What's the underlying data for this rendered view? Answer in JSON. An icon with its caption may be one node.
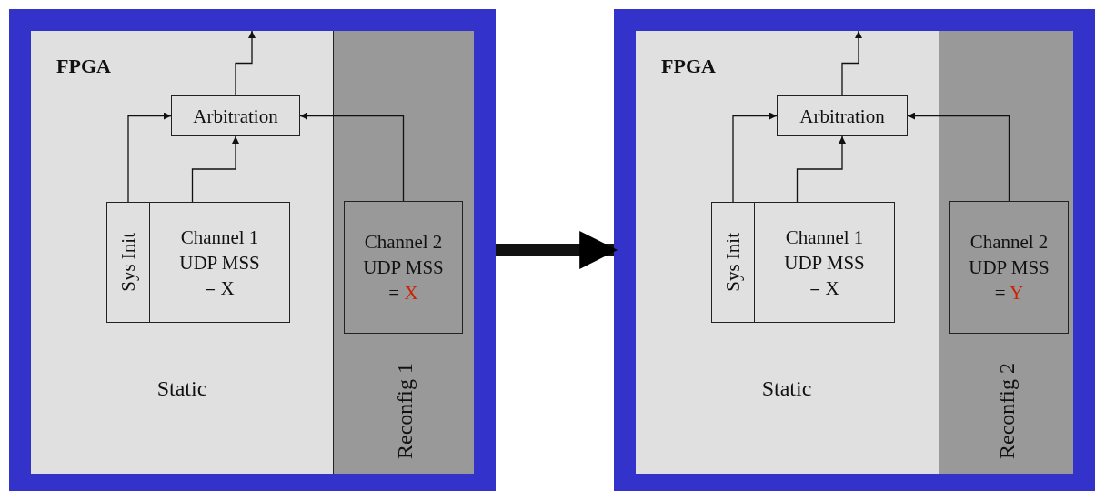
{
  "diagram": {
    "nodes": [
      {
        "text": [
          "FPGA"
        ]
      },
      {
        "text": [
          "Static"
        ],
        "in": 0
      },
      {
        "text": [
          "Reconfig 1"
        ],
        "in": 0
      },
      {
        "text": [
          "Arbitration"
        ],
        "in": 1
      },
      {
        "text": [
          "Sys Init"
        ],
        "in": 1
      },
      {
        "text": [
          "Channel 1 UDP MSS = X"
        ],
        "in": 1
      },
      {
        "text": [
          "Channel 2 UDP MSS = X"
        ],
        "in": 2
      },
      {
        "text": [
          "FPGA"
        ]
      },
      {
        "text": [
          "Static"
        ],
        "in": 7
      },
      {
        "text": [
          "Reconfig 2"
        ],
        "in": 7
      },
      {
        "text": [
          "Arbitration"
        ],
        "in": 8
      },
      {
        "text": [
          "Sys Init"
        ],
        "in": 8
      },
      {
        "text": [
          "Channel 1 UDP MSS = X"
        ],
        "in": 8
      },
      {
        "text": [
          "Channel 2 UDP MSS = Y"
        ],
        "in": 9
      }
    ],
    "edges": [
      {
        "from": 4,
        "to": 3,
        "arrow": "to"
      },
      {
        "from": 5,
        "to": 3,
        "arrow": "to"
      },
      {
        "from": 6,
        "to": 3,
        "arrow": "to"
      },
      {
        "from": 3,
        "to": null,
        "arrow": "to"
      },
      {
        "from": 0,
        "to": 7,
        "arrow": "to",
        "style": "thick"
      },
      {
        "from": 11,
        "to": 10,
        "arrow": "to"
      },
      {
        "from": 12,
        "to": 10,
        "arrow": "to"
      },
      {
        "from": 13,
        "to": 10,
        "arrow": "to"
      },
      {
        "from": 10,
        "to": null,
        "arrow": "to"
      }
    ]
  }
}
